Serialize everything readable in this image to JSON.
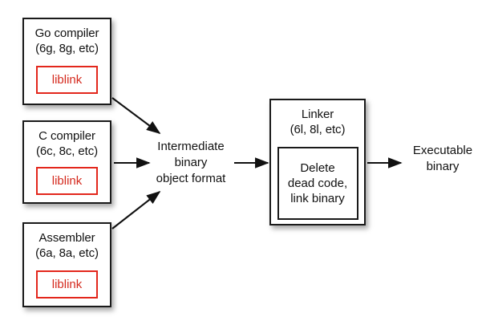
{
  "diagram": {
    "type": "flow-diagram",
    "background_color": "#ffffff",
    "accent_color": "#e3271c",
    "line_color": "#1a1a1a",
    "nodes": {
      "go_compiler": {
        "title": "Go compiler\n(6g, 8g, etc)",
        "inner_label": "liblink",
        "inner_color": "#d4291d"
      },
      "c_compiler": {
        "title": "C compiler\n(6c, 8c, etc)",
        "inner_label": "liblink",
        "inner_color": "#d4291d"
      },
      "assembler": {
        "title": "Assembler\n(6a, 8a, etc)",
        "inner_label": "liblink",
        "inner_color": "#d4291d"
      },
      "intermediate": {
        "label": "Intermediate\nbinary\nobject format"
      },
      "linker": {
        "title": "Linker\n(6l, 8l, etc)",
        "inner_label": "Delete\ndead code,\nlink binary",
        "inner_color": "#111111"
      },
      "executable": {
        "label": "Executable\nbinary"
      }
    },
    "edges": [
      {
        "from": "go_compiler",
        "to": "intermediate",
        "style": "solid-arrow"
      },
      {
        "from": "c_compiler",
        "to": "intermediate",
        "style": "solid-arrow"
      },
      {
        "from": "assembler",
        "to": "intermediate",
        "style": "solid-arrow"
      },
      {
        "from": "intermediate",
        "to": "linker",
        "style": "solid-arrow"
      },
      {
        "from": "linker",
        "to": "executable",
        "style": "solid-arrow"
      }
    ]
  }
}
